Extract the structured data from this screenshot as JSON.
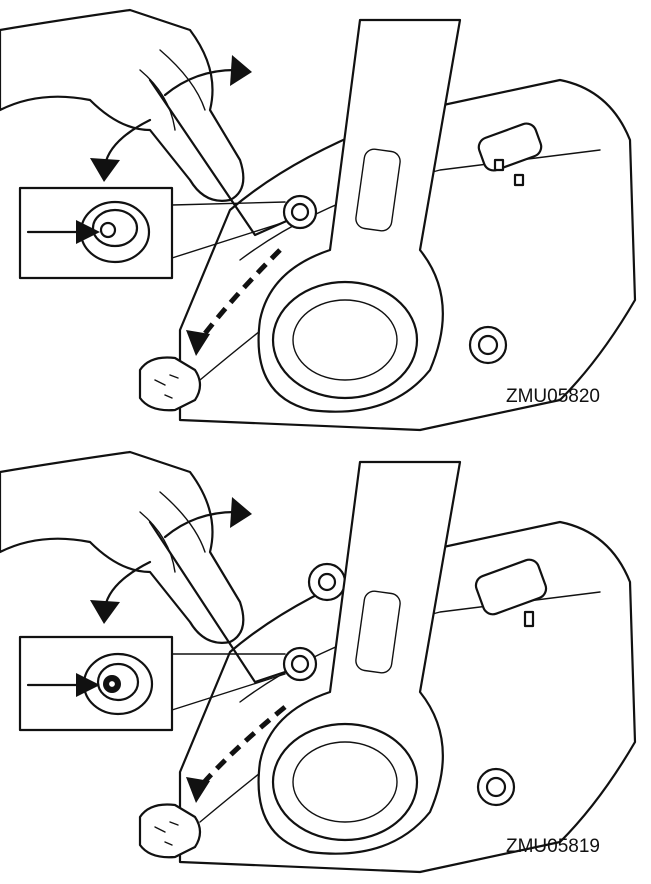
{
  "figures": [
    {
      "id": "top",
      "code": "ZMU05820"
    },
    {
      "id": "bottom",
      "code": "ZMU05819"
    }
  ]
}
